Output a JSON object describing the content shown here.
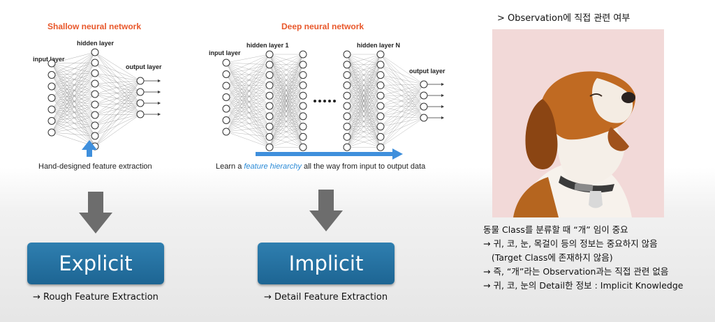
{
  "shallow": {
    "title": "Shallow neural network",
    "input_label": "input layer",
    "hidden_label": "hidden layer",
    "output_label": "output layer",
    "caption": "Hand-designed feature extraction"
  },
  "deep": {
    "title": "Deep neural network",
    "input_label": "input layer",
    "hidden1_label": "hidden layer 1",
    "hiddenN_label": "hidden layer N",
    "output_label": "output layer",
    "caption_pre": "Learn a ",
    "caption_em": "feature hierarchy",
    "caption_post": " all the way from input to output data"
  },
  "explicit": {
    "label": "Explicit",
    "caption": "→ Rough Feature Extraction"
  },
  "implicit": {
    "label": "Implicit",
    "caption": "→ Detail Feature Extraction"
  },
  "observation": {
    "title": "> Observation에 직접 관련 여부",
    "image_subject": "beagle dog",
    "notes": [
      "동물 Class를 분류할 때 “개” 임이 중요",
      "→ 귀, 코, 눈, 목걸이 등의 정보는 중요하지 않음",
      "   (Target Class에 존재하지 않음)",
      "→ 즉, “개”라는 Observation과는 직접 관련 없음",
      "→ 귀, 코, 눈의 Detail한 정보 : Implicit Knowledge"
    ]
  },
  "colors": {
    "title_orange": "#e8572a",
    "button_blue": "#1d6593",
    "arrow_gray": "#6d6d6d",
    "feature_arrow_blue": "#3f8fdc",
    "photo_bg": "#f2d9d8"
  }
}
